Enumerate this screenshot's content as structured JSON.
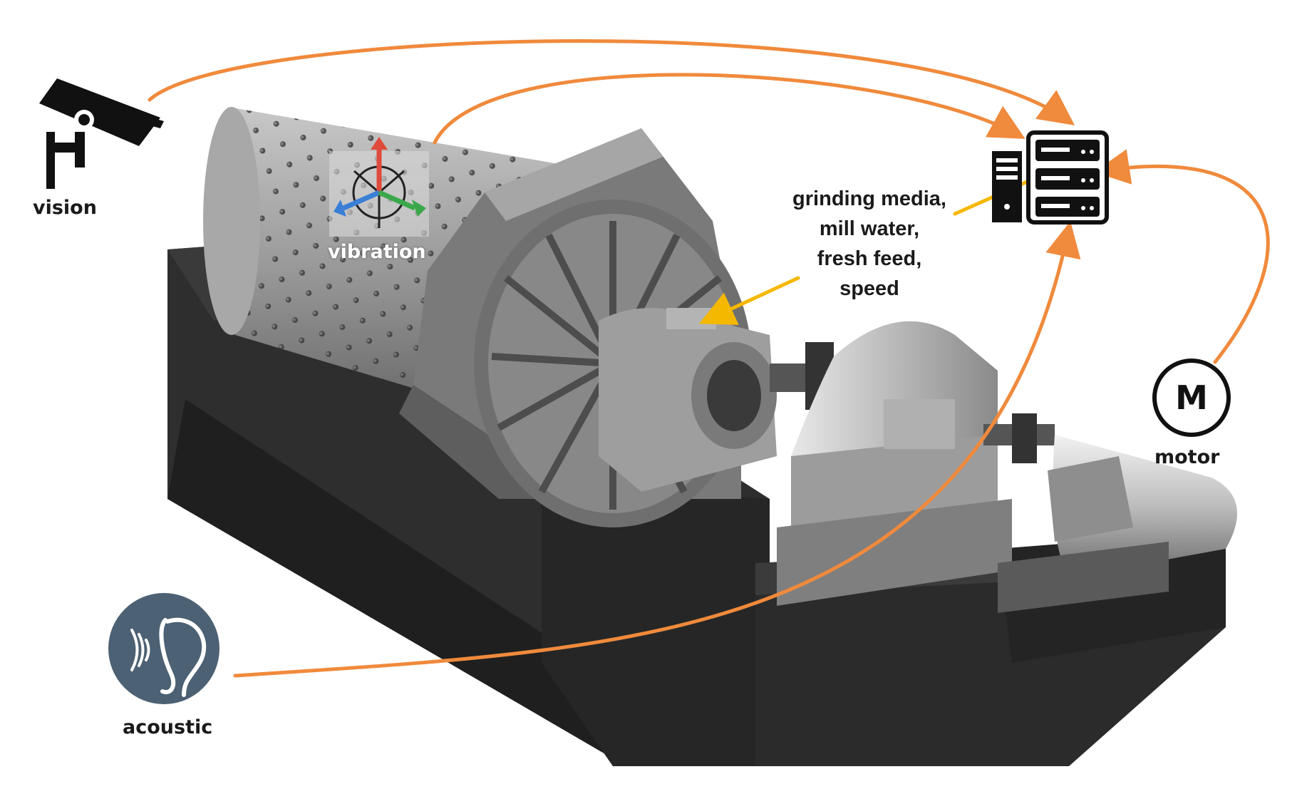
{
  "sensors": {
    "vision": "vision",
    "vibration": "vibration",
    "motor": "motor",
    "motor_symbol": "M",
    "acoustic": "acoustic"
  },
  "process_inputs": [
    "grinding media,",
    "mill water,",
    "fresh feed,",
    "speed"
  ],
  "icons": {
    "camera": "camera-icon",
    "vibration": "vibration-axes-icon",
    "server": "server-icon",
    "motor": "motor-icon",
    "acoustic": "ear-icon"
  },
  "colors": {
    "connector": "#f08a3c",
    "process_arrow": "#f5b800",
    "acoustic_badge": "#4c6173",
    "axis_x": "#3a7fd6",
    "axis_y": "#e04a3a",
    "axis_z": "#3aa84a"
  }
}
